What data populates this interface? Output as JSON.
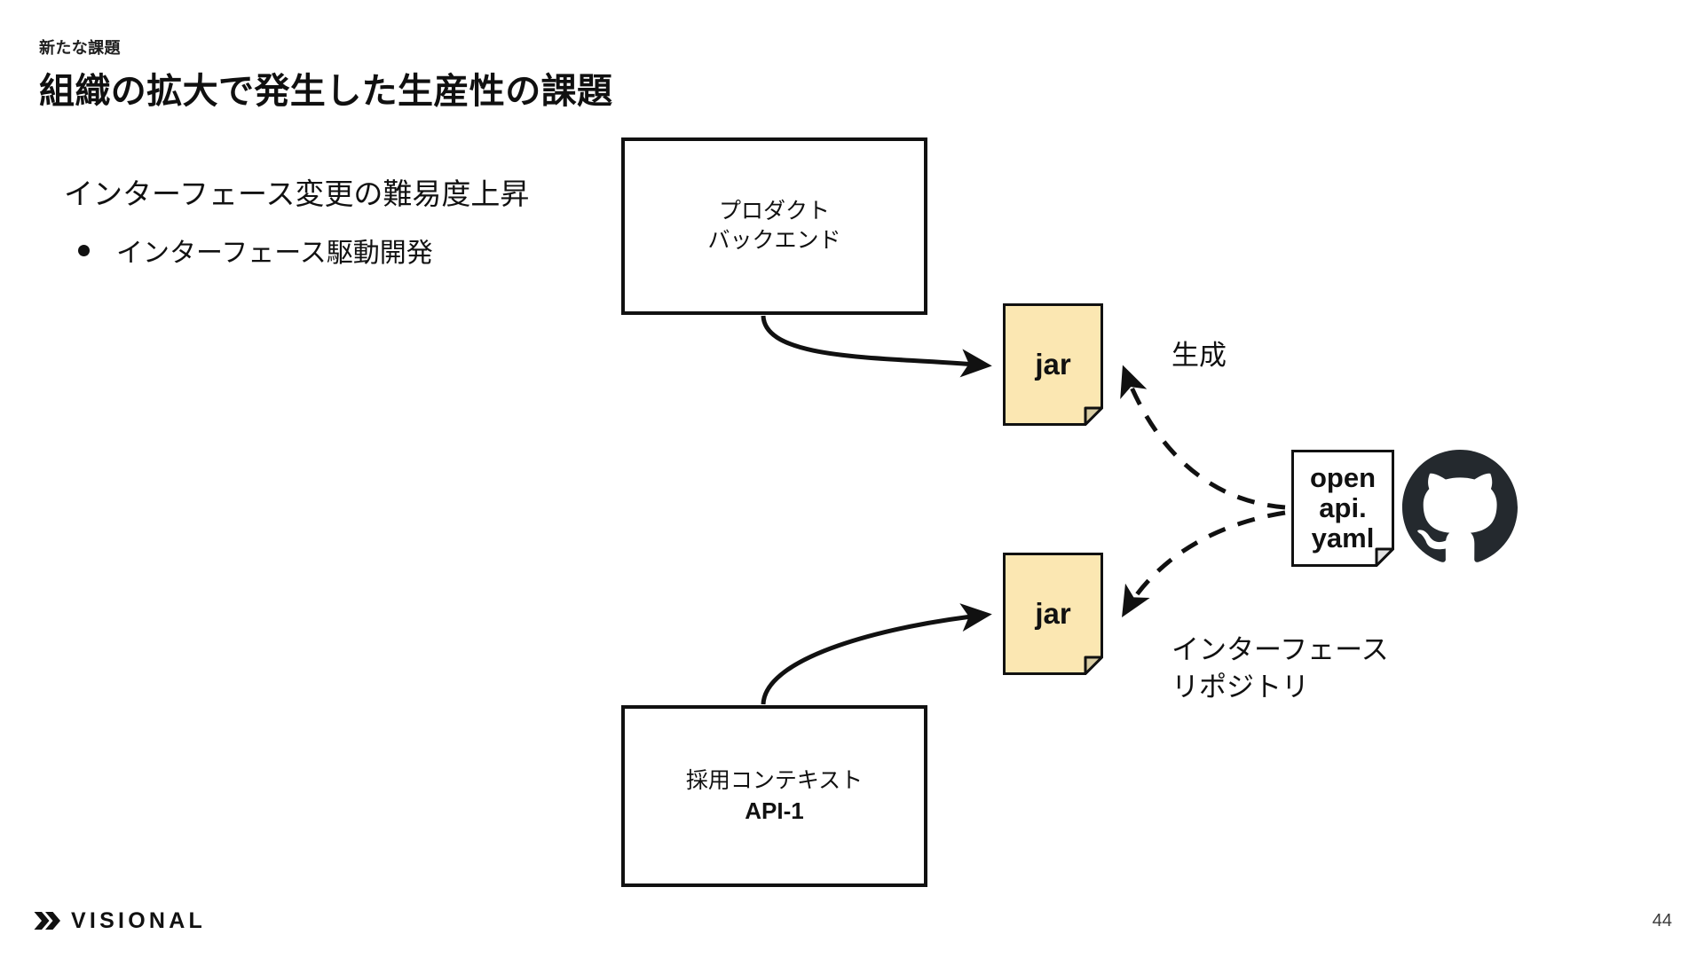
{
  "slide": {
    "eyebrow": "新たな課題",
    "title": "組織の拡大で発生した生産性の課題",
    "page_number": "44"
  },
  "body": {
    "lead": "インターフェース変更の難易度上昇",
    "bullets": [
      {
        "marker": "●",
        "text": "インターフェース駆動開発"
      }
    ]
  },
  "diagram": {
    "nodes": [
      {
        "id": "product-backend",
        "type": "box",
        "line1": "プロダクト",
        "line2": "バックエンド"
      },
      {
        "id": "adopt-context",
        "type": "box",
        "line1": "採用コンテキスト",
        "line2": "API-1"
      },
      {
        "id": "jar-top",
        "type": "note",
        "label": "jar"
      },
      {
        "id": "jar-bottom",
        "type": "note",
        "label": "jar"
      },
      {
        "id": "openapi-yaml",
        "type": "note",
        "label_lines": [
          "open",
          "api.",
          "yaml"
        ]
      }
    ],
    "captions": {
      "generate": "生成",
      "interface_repo_line1": "インターフェース",
      "interface_repo_line2": "リポジトリ"
    },
    "edges": [
      {
        "from": "product-backend",
        "to": "jar-top",
        "style": "solid"
      },
      {
        "from": "adopt-context",
        "to": "jar-bottom",
        "style": "solid"
      },
      {
        "from": "openapi-yaml",
        "to": "jar-top",
        "style": "dashed",
        "label": "生成"
      },
      {
        "from": "openapi-yaml",
        "to": "jar-bottom",
        "style": "dashed"
      }
    ],
    "icons": [
      {
        "id": "github-mark",
        "name": "github-icon"
      }
    ]
  },
  "footer": {
    "brand": "VISIONAL"
  },
  "colors": {
    "note_fill": "#FBE7B2",
    "note_fold": "#D9CDA4",
    "stroke": "#111111",
    "github": "#24292E",
    "background": "#FFFFFF"
  }
}
